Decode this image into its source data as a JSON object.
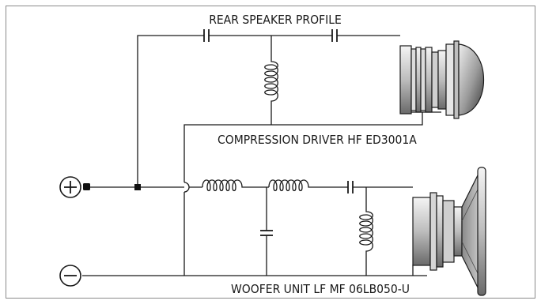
{
  "diagram": {
    "title": "REAR SPEAKER PROFILE",
    "labels": {
      "hf_driver": "COMPRESSION DRIVER HF ED3001A",
      "woofer": "WOOFER UNIT LF MF 06LB050-U"
    },
    "terminals": {
      "positive": "+",
      "negative": "−"
    },
    "components": {
      "hf_capacitors": 2,
      "hf_inductors": 1,
      "lf_series_inductors": 2,
      "lf_series_capacitors": 1,
      "lf_shunt_capacitors": 1,
      "lf_shunt_inductors": 1
    }
  }
}
